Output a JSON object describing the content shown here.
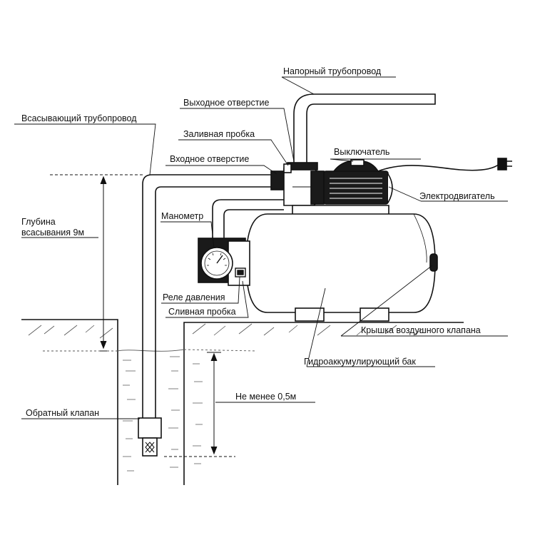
{
  "labels": {
    "pressure_pipe": "Напорный трубопровод",
    "outlet": "Выходное отверстие",
    "suction_pipe": "Всасывающий трубопровод",
    "filler_plug": "Заливная пробка",
    "switch": "Выключатель",
    "inlet": "Входное отверстие",
    "motor": "Электродвигатель",
    "gauge": "Манометр",
    "depth": "Глубина\nвсасывания 9м",
    "pressure_relay": "Реле давления",
    "drain_plug": "Сливная пробка",
    "air_valve_cap": "Крышка воздушного клапана",
    "tank": "Гидроаккумулирующий бак",
    "min_depth": "Не менее 0,5м",
    "check_valve": "Обратный клапан"
  },
  "colors": {
    "ink": "#111111",
    "hatch": "#555555",
    "motor_body": "#1a1a1a"
  }
}
